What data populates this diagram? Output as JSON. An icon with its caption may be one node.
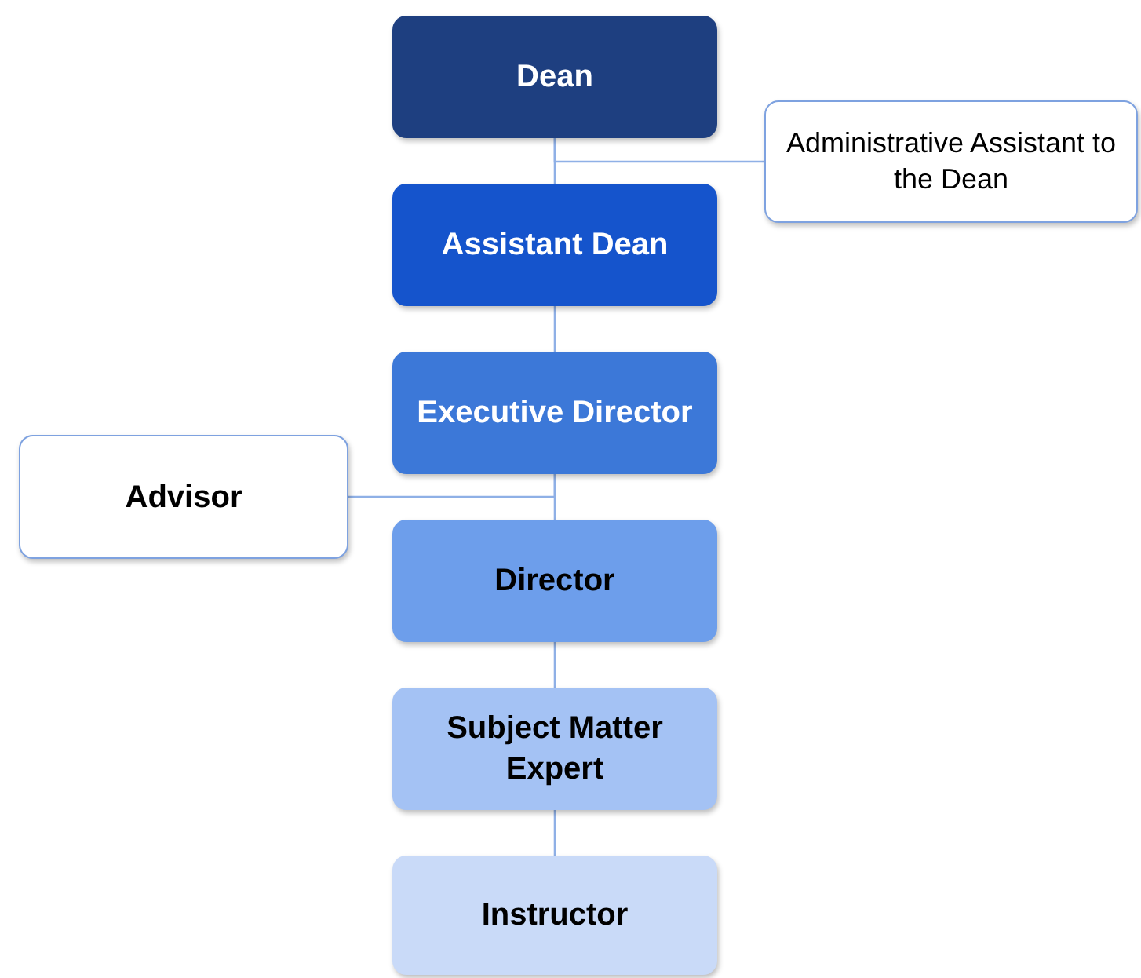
{
  "diagram": {
    "nodes": [
      {
        "text": [
          "Dean"
        ]
      },
      {
        "text": [
          "Administrative Assistant to the Dean"
        ]
      },
      {
        "text": [
          "Assistant Dean"
        ]
      },
      {
        "text": [
          "Executive Director"
        ]
      },
      {
        "text": [
          "Advisor"
        ]
      },
      {
        "text": [
          "Director"
        ]
      },
      {
        "text": [
          "Subject Matter Expert"
        ]
      },
      {
        "text": [
          "Instructor"
        ]
      }
    ],
    "edges": [
      {
        "from": 0,
        "to": 1,
        "arrow": "none"
      },
      {
        "from": 0,
        "to": 2,
        "arrow": "none"
      },
      {
        "from": 2,
        "to": 3,
        "arrow": "none"
      },
      {
        "from": 3,
        "to": 4,
        "arrow": "none"
      },
      {
        "from": 3,
        "to": 5,
        "arrow": "none"
      },
      {
        "from": 5,
        "to": 6,
        "arrow": "none"
      },
      {
        "from": 6,
        "to": 7,
        "arrow": "none"
      }
    ]
  }
}
